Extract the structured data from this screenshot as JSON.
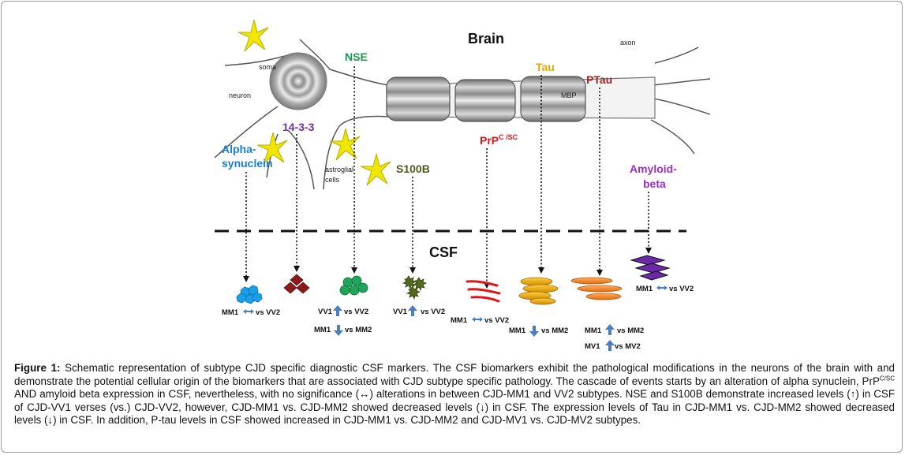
{
  "colors": {
    "alpha": "#1b7fd1",
    "protein1433": "#7030a0",
    "nse": "#1a9a4e",
    "s100b": "#4f5a1c",
    "prp": "#d9161c",
    "tau": "#e8a800",
    "ptau": "#9c2a2a",
    "amyloid": "#9b2fc9",
    "arrow_up_down": "#4a7ec0",
    "astroglia": "#f0e600"
  },
  "brain_title": "Brain",
  "csf_title": "CSF",
  "labels": {
    "soma": "soma",
    "neuron": "neuron",
    "axon": "axon",
    "mbp": "MBP",
    "astroglial": "astroglial",
    "cells": "cells"
  },
  "markers": {
    "alpha_line1": "Alpha-",
    "alpha_line2": "synuclein",
    "p1433": "14-3-3",
    "nse": "NSE",
    "s100b": "S100B",
    "prp_main": "PrP",
    "prp_sup": "C /SC",
    "tau": "Tau",
    "ptau": "PTau",
    "amyloid_line1": "Amyloid-",
    "amyloid_line2": "beta"
  },
  "comparisons": {
    "alpha": {
      "left": "MM1",
      "right": "vs VV2"
    },
    "nse_1": {
      "left": "VV1",
      "right": "vs VV2"
    },
    "nse_2": {
      "left": "MM1",
      "right": "vs MM2"
    },
    "s100b": {
      "left": "VV1",
      "right": "vs VV2"
    },
    "prp": {
      "left": "MM1",
      "right": "vs VV2"
    },
    "tau": {
      "left": "MM1",
      "right": "vs MM2"
    },
    "ptau_1": {
      "left": "MM1",
      "right": "vs MM2"
    },
    "ptau_2": {
      "left": "MV1",
      "right": "vs MV2"
    },
    "amyloid": {
      "left": "MM1",
      "right": "vs VV2"
    }
  },
  "caption": {
    "label": "Figure 1:",
    "part1": " Schematic representation of subtype CJD specific diagnostic CSF markers. The CSF biomarkers exhibit the pathological modifications in the neurons of the brain with and demonstrate the potential cellular origin of the biomarkers that are associated with CJD subtype specific pathology. The cascade of events starts by an alteration of alpha synuclein, PrP",
    "sup": "C/SC",
    "part2": " AND amyloid beta expression in CSF, nevertheless, with no significance (↔) alterations in between CJD-MM1 and VV2 subtypes. NSE and S100B demonstrate increased levels (↑) in CSF of CJD-VV1 verses (vs.) CJD-VV2, however, CJD-MM1 vs. CJD-MM2 showed decreased levels (↓) in CSF. The expression levels of Tau in CJD-MM1 vs. CJD-MM2 showed decreased levels (↓) in CSF. In addition, P-tau levels in CSF showed increased in CJD-MM1 vs. CJD-MM2 and CJD-MV1 vs. CJD-MV2 subtypes."
  }
}
